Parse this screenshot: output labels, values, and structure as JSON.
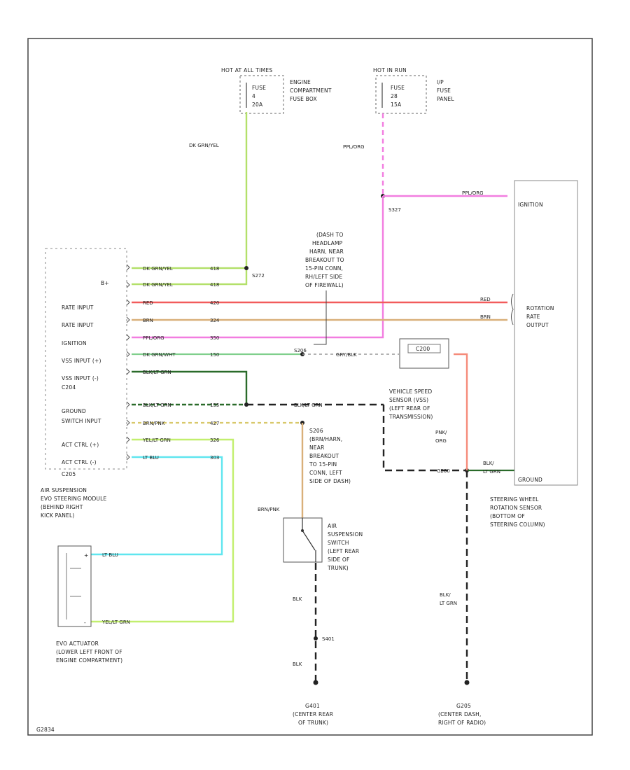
{
  "fuses": {
    "left_header": "HOT AT ALL TIMES",
    "left_fuse": [
      "FUSE",
      "4",
      "20A"
    ],
    "left_box": [
      "ENGINE",
      "COMPARTMENT",
      "FUSE BOX"
    ],
    "right_header": "HOT IN RUN",
    "right_fuse": [
      "FUSE",
      "28",
      "15A"
    ],
    "right_box": [
      "I/P",
      "FUSE",
      "PANEL"
    ]
  },
  "wires": {
    "dk_grn_yel": "DK GRN/YEL",
    "ppl_org": "PPL/ORG",
    "ppl_org_top": "PPL/ORG",
    "splice_s327": "S327",
    "splice_s272": "S272",
    "splice_s206": "S206",
    "splice_s401": "S401",
    "splice_g200": "G200",
    "red": "RED",
    "brn": "BRN",
    "gry_blk": "GRY/BLK",
    "pnk_org": [
      "PNK/",
      "ORG"
    ],
    "blk_lt_grn": [
      "BLK/",
      "LT GRN"
    ],
    "brn_pnk": "BRN/PNK",
    "blk_vert": "BLK",
    "blk_lt_grn_vert": [
      "BLK/",
      "LT GRN"
    ],
    "blk_bottom": "BLK",
    "lt_blu": "LT BLU",
    "yel_lt_grn": "YEL/LT GRN",
    "blk_lt_grn_ground": "BLK/LT GRN"
  },
  "module": {
    "pins": [
      "B+",
      "RATE INPUT",
      "RATE INPUT",
      "IGNITION",
      "VSS INPUT (+)",
      "VSS INPUT (-)",
      "C204",
      "GROUND",
      "SWITCH INPUT",
      "ACT CTRL (+)",
      "ACT CTRL (-)",
      "C205"
    ],
    "wire_labels": [
      "DK GRN/YEL",
      "DK GRN/YEL",
      "RED",
      "BRN",
      "PPL/ORG",
      "DK GRN/WHT",
      "BLK/LT GRN",
      "BLK/LT GRN",
      "BRN/PNK",
      "YEL/LT GRN",
      "LT BLU"
    ],
    "circuits": [
      "418",
      "418",
      "420",
      "324",
      "350",
      "150",
      "",
      "155",
      "427",
      "326",
      "303"
    ],
    "caption": [
      "AIR SUSPENSION",
      "EVO STEERING MODULE",
      "(BEHIND RIGHT",
      "KICK PANEL)"
    ]
  },
  "notes": {
    "dash_note": [
      "(DASH TO",
      "HEADLAMP",
      "HARN, NEAR",
      "BREAKOUT TO",
      "15-PIN CONN,",
      "RH/LEFT SIDE",
      "OF FIREWALL)"
    ],
    "s206_note": [
      "S206",
      "(BRN/HARN,",
      "NEAR",
      "BREAKOUT",
      "TO 15-PIN",
      "CONN, LEFT",
      "SIDE OF DASH)"
    ],
    "vss": [
      "VEHICLE SPEED",
      "SENSOR (VSS)",
      "(LEFT REAR OF",
      "TRANSMISSION)"
    ],
    "vss_box": "C200",
    "air_switch": [
      "AIR",
      "SUSPENSION",
      "SWITCH",
      "(LEFT REAR",
      "SIDE OF",
      "TRUNK)"
    ],
    "steering_sensor_pins": [
      "IGNITION",
      "ROTATION",
      "RATE",
      "OUTPUT",
      "GROUND"
    ],
    "steering_sensor_caption": [
      "STEERING WHEEL",
      "ROTATION SENSOR",
      "(BOTTOM OF",
      "STEERING COLUMN)"
    ],
    "actuator_caption": [
      "EVO ACTUATOR",
      "(LOWER LEFT FRONT OF",
      "ENGINE COMPARTMENT)"
    ],
    "ground_left": [
      "G401",
      "(CENTER REAR",
      "OF TRUNK)"
    ],
    "ground_right": [
      "G205",
      "(CENTER DASH,",
      "RIGHT OF RADIO)"
    ],
    "pin_marks": [
      "+",
      "-"
    ],
    "figure_id": "G2834"
  },
  "colors": {
    "dk_grn_yel": "#b3e06a",
    "ppl_org": "#f27de0",
    "red": "#f25c5c",
    "brn": "#d9b07a",
    "dk_grn_wht": "#7fcf8c",
    "blk_lt_grn": "#1a1a1a",
    "brn_pnk": "#d8c86a",
    "yel_lt_grn": "#c2ef6e",
    "lt_blu": "#5fe6ef",
    "pnk_org": "#f58b7a"
  }
}
